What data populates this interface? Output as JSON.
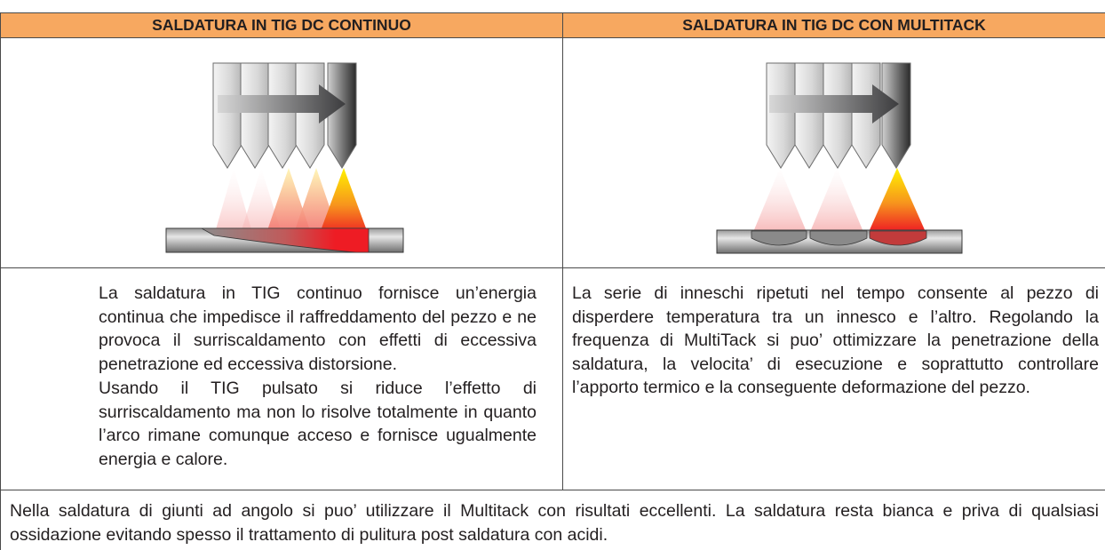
{
  "columns": [
    {
      "title": "SALDATURA IN TIG DC CONTINUO",
      "illustration": "tig-continuous-illustration",
      "paragraphs": [
        "La saldatura in TIG continuo fornisce un’energia continua che impedisce il raffreddamento del pezzo e ne provoca il surriscaldamento con effetti di eccessiva penetrazione ed eccessiva distorsione.",
        "Usando il TIG pulsato si riduce l’effetto di surriscaldamento ma non lo risolve totalmente in quanto l’arco rimane comunque acceso e fornisce ugualmente energia e calore."
      ]
    },
    {
      "title": "SALDATURA IN TIG DC CON MULTITACK",
      "illustration": "tig-multitack-illustration",
      "paragraphs": [
        "La serie di inneschi ripetuti nel tempo consente al pezzo di disperdere temperatura tra un innesco e l’altro. Regolando la frequenza di MultiTack si puo’ ottimizzare la penetrazione della saldatura, la velocita’ di esecuzione e soprattutto controllare l’apporto termico e la conseguente deformazione del pezzo."
      ]
    }
  ],
  "footer": {
    "text": "Nella saldatura di giunti ad angolo si puo’ utilizzare il Multitack con risultati eccellenti. La saldatura resta bianca e priva di qualsiasi ossidazione evitando spesso il trattamento di pulitura post saldatura con acidi."
  },
  "colors": {
    "header_bg": "#f7a860",
    "border": "#4a4a4a",
    "arc_hot": "#ffd400",
    "weld_red": "#ee1c24",
    "arrow": "#4d4d4f"
  }
}
